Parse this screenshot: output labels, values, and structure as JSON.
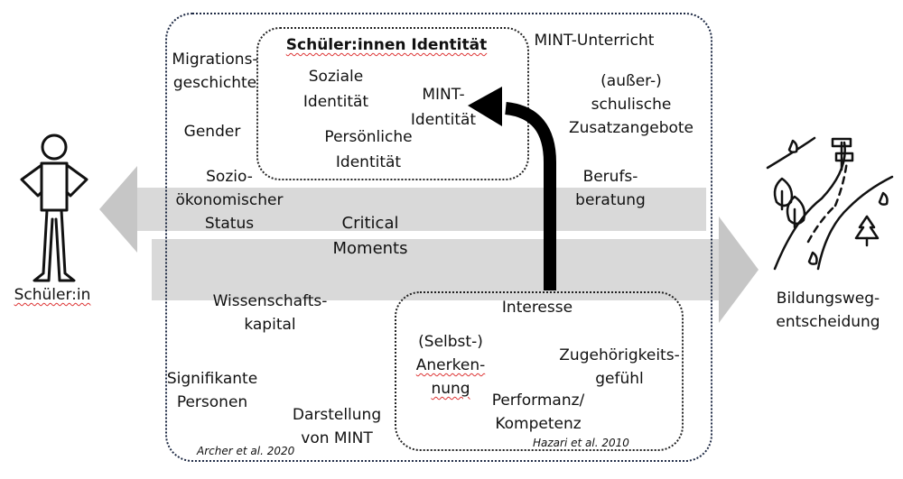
{
  "left_figure_label": "Schüler:in",
  "right_figure_label": "Bildungsweg-\nentscheidung",
  "critical_moments_line1": "Critical",
  "critical_moments_line2": "Moments",
  "identity_box": {
    "title": "Schüler:innen Identität",
    "social": "Soziale\nIdentität",
    "personal": "Persönliche\nIdentität",
    "mint": "MINT-\nIdentität"
  },
  "interest_box": {
    "title": "Interesse",
    "recognition_1": "(Selbst-)",
    "recognition_2": "Anerken-",
    "recognition_3": "nung",
    "belonging": "Zugehörigkeits-\ngefühl",
    "performance": "Performanz/\nKompetenz"
  },
  "factors": {
    "migration": "Migrations-\ngeschichte",
    "gender": "Gender",
    "socio": "Sozio-\nökonomischer\nStatus",
    "science_capital": "Wissenschafts-\nkapital",
    "significant_persons": "Signifikante\nPersonen",
    "mint_representation": "Darstellung\nvon MINT",
    "mint_lessons": "MINT-Unterricht",
    "extracurricular": "(außer-)\nschulische\nZusatzangebote",
    "career_counseling": "Berufs-\nberatung"
  },
  "citations": {
    "archer": "Archer et al. 2020",
    "hazari": "Hazari et al. 2010"
  },
  "colors": {
    "band": "#d9d9d9",
    "arrowhead": "#c6c6c6",
    "frame": "#1e2a44",
    "curved_arrow": "#000000",
    "squiggle": "#dd3333"
  }
}
